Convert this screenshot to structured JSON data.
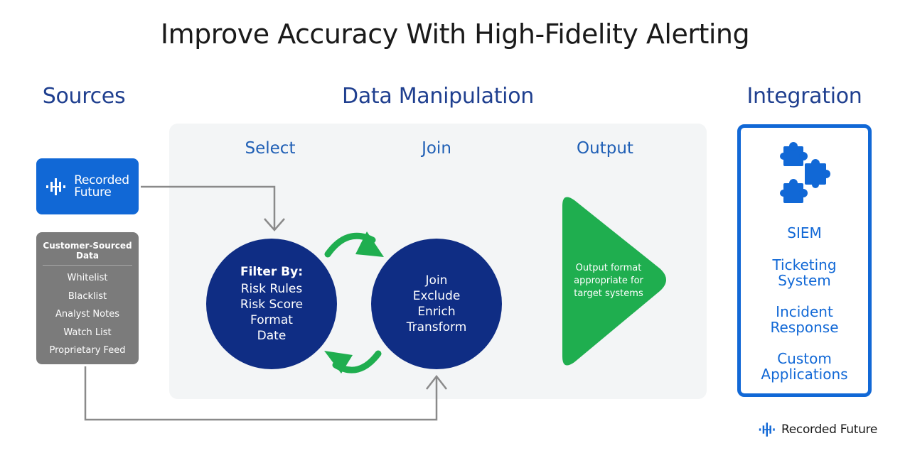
{
  "title": "Improve Accuracy With High-Fidelity Alerting",
  "sections": {
    "sources": "Sources",
    "data_manipulation": "Data Manipulation",
    "integration": "Integration"
  },
  "stages": {
    "select": "Select",
    "join": "Join",
    "output": "Output"
  },
  "sources": {
    "recorded_future": [
      "Recorded",
      "Future"
    ],
    "customer": {
      "heading": [
        "Customer-Sourced",
        "Data"
      ],
      "items": [
        "Whitelist",
        "Blacklist",
        "Analyst Notes",
        "Watch List",
        "Proprietary Feed"
      ]
    }
  },
  "filter": {
    "heading": "Filter By:",
    "items": [
      "Risk Rules",
      "Risk Score",
      "Format",
      "Date"
    ]
  },
  "join_ops": [
    "Join",
    "Exclude",
    "Enrich",
    "Transform"
  ],
  "output_text": [
    "Output format",
    "appropriate for",
    "target systems"
  ],
  "integrations": [
    [
      "SIEM"
    ],
    [
      "Ticketing",
      "System"
    ],
    [
      "Incident",
      "Response"
    ],
    [
      "Custom",
      "Applications"
    ]
  ],
  "brand": "Recorded Future",
  "colors": {
    "navy": "#0f2d84",
    "blue": "#1168d6",
    "heading_blue": "#1f3f8f",
    "green": "#1fae4f",
    "gray": "#7b7b7b",
    "panel": "#f3f5f6"
  },
  "icons": [
    "recorded-future-logo-icon",
    "puzzle-pieces-icon",
    "cycle-arrow-icon",
    "flow-arrow-icon"
  ]
}
